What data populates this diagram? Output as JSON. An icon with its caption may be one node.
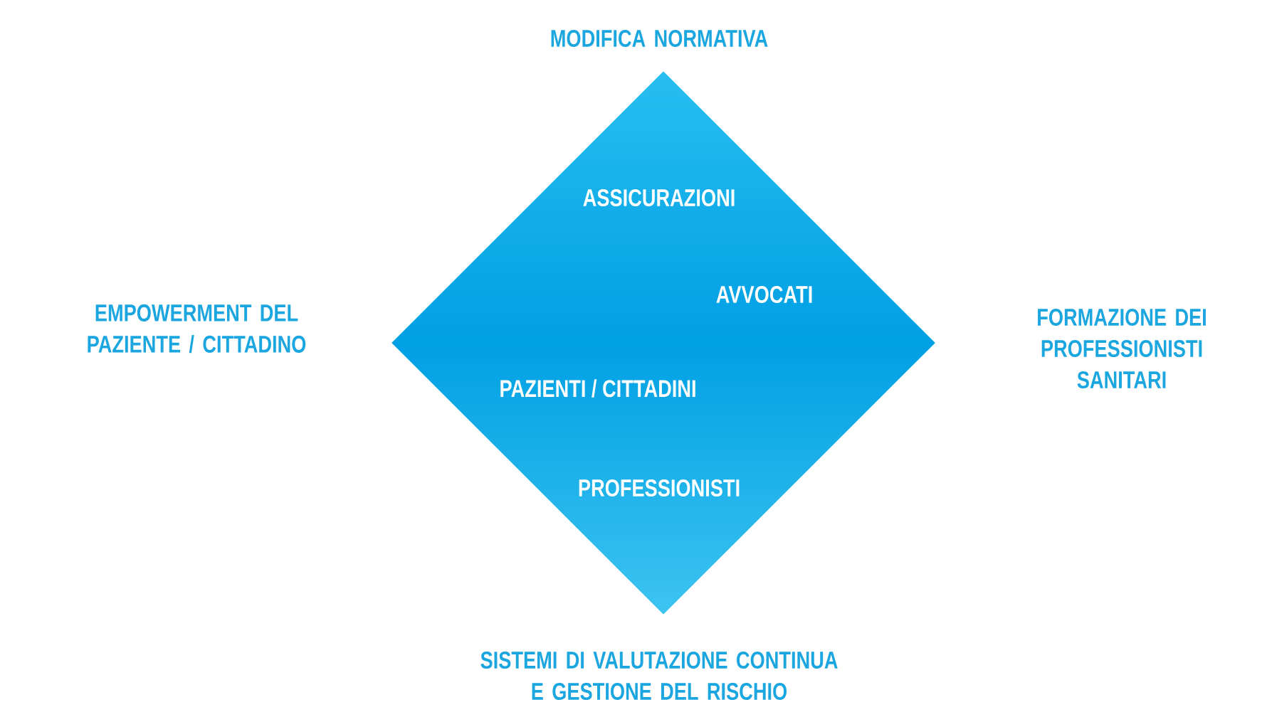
{
  "diagram": {
    "nodes": [
      {
        "text": [
          "ASSICURAZIONI",
          "AVVOCATI",
          "PAZIENTI / CITTADINI",
          "PROFESSIONISTI"
        ]
      }
    ],
    "labels": [
      "MODIFICA NORMATIVA",
      "EMPOWERMENT DEL PAZIENTE / CITTADINO",
      "FORMAZIONE DEI PROFESSIONISTI SANITARI",
      "SISTEMI DI VALUTAZIONE CONTINUA E GESTIONE DEL RISCHIO"
    ]
  }
}
